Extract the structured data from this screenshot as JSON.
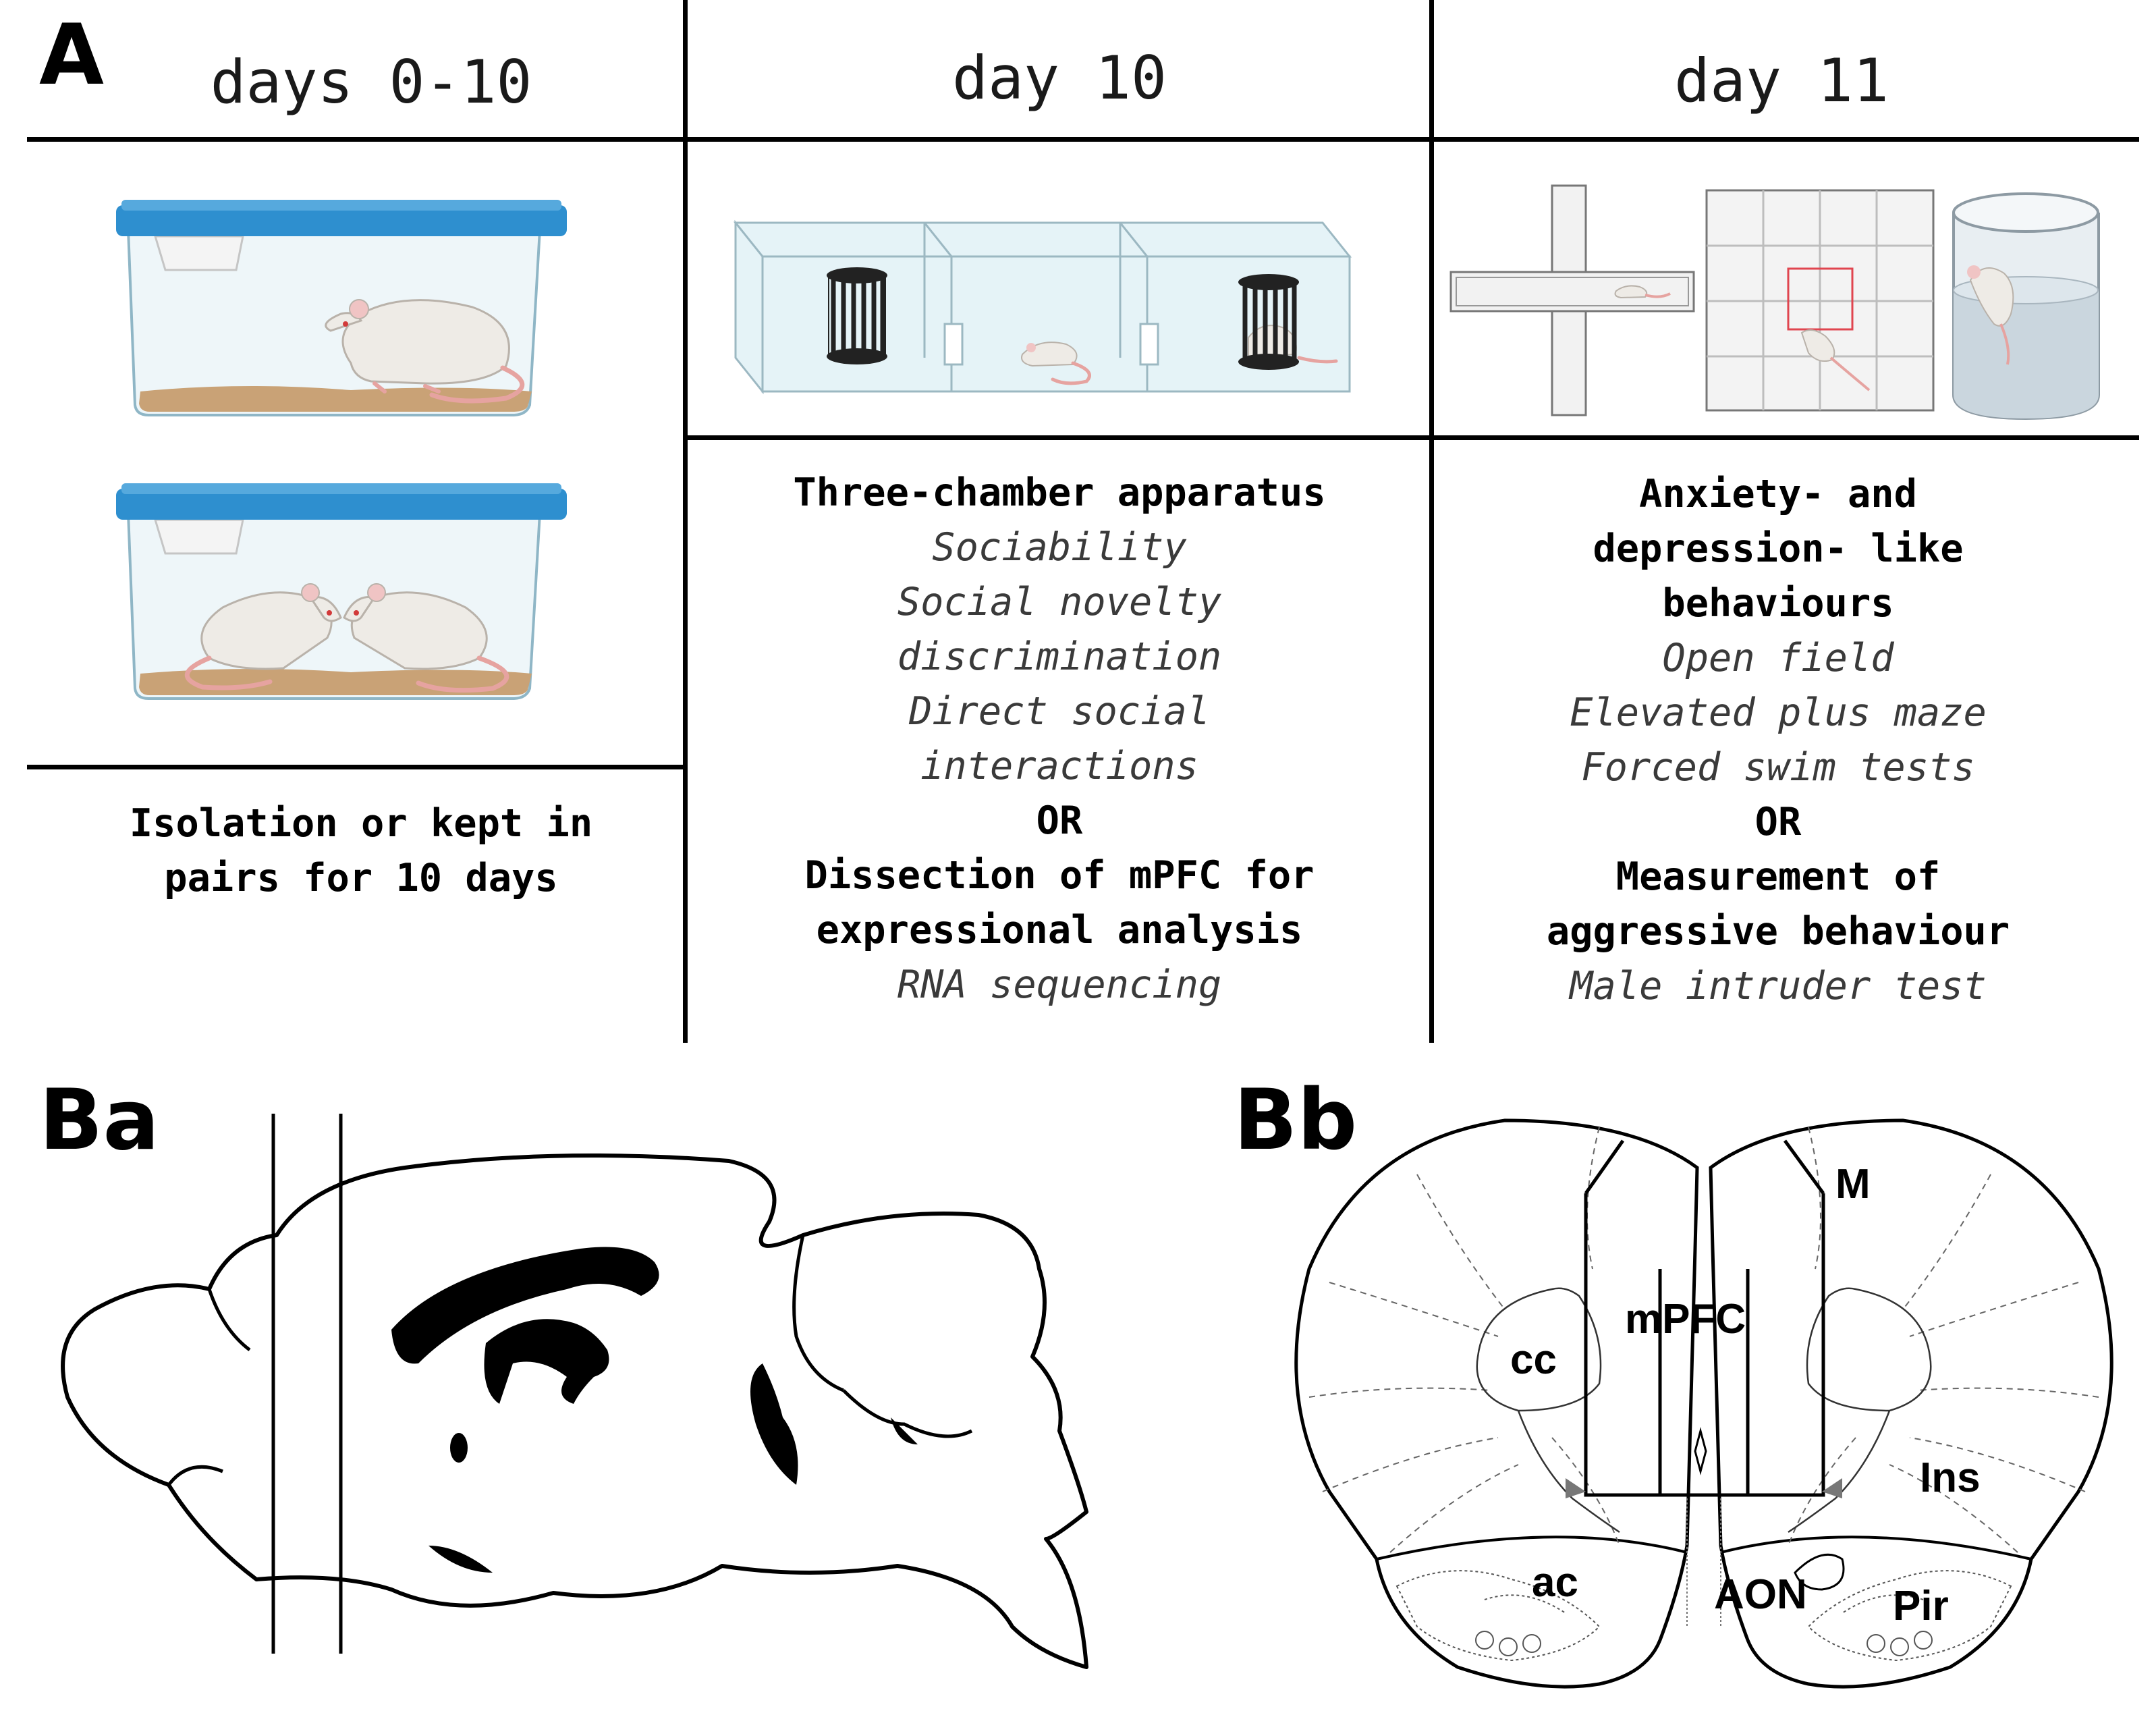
{
  "panel_labels": {
    "a": "A",
    "ba": "Ba",
    "bb": "Bb"
  },
  "timeline": {
    "col1": {
      "header": "days 0-10",
      "caption": [
        "Isolation or kept in",
        "pairs for 10 days"
      ]
    },
    "col2": {
      "header": "day 10",
      "lines": [
        {
          "text": "Three-chamber apparatus",
          "style": "b"
        },
        {
          "text": "Sociability",
          "style": "i"
        },
        {
          "text": "Social novelty",
          "style": "i"
        },
        {
          "text": "discrimination",
          "style": "i"
        },
        {
          "text": "Direct social",
          "style": "i"
        },
        {
          "text": "interactions",
          "style": "i"
        },
        {
          "text": "OR",
          "style": "b"
        },
        {
          "text": "Dissection of mPFC for",
          "style": "b"
        },
        {
          "text": "expressional analysis",
          "style": "b"
        },
        {
          "text": "RNA sequencing",
          "style": "i"
        }
      ]
    },
    "col3": {
      "header": "day 11",
      "lines": [
        {
          "text": "Anxiety- and",
          "style": "b"
        },
        {
          "text": "depression- like",
          "style": "b"
        },
        {
          "text": "behaviours",
          "style": "b"
        },
        {
          "text": "Open field",
          "style": "i"
        },
        {
          "text": "Elevated plus maze",
          "style": "i"
        },
        {
          "text": "Forced swim tests",
          "style": "i"
        },
        {
          "text": "OR",
          "style": "b"
        },
        {
          "text": "Measurement of",
          "style": "b"
        },
        {
          "text": "aggressive behaviour",
          "style": "b"
        },
        {
          "text": "Male intruder test",
          "style": "i"
        }
      ]
    }
  },
  "coronal_labels": {
    "m": "M",
    "mpfc": "mPFC",
    "cc": "cc",
    "ins": "Ins",
    "ac": "ac",
    "aon": "AON",
    "pir": "Pir"
  },
  "colors": {
    "cage_lid": "#2e8fcf",
    "bedding": "#c9a276",
    "rat_body": "#eeebe6",
    "rat_tail": "#e6a3a0",
    "chamber": "#d7ecf3",
    "selection_box": "#e0454f"
  }
}
